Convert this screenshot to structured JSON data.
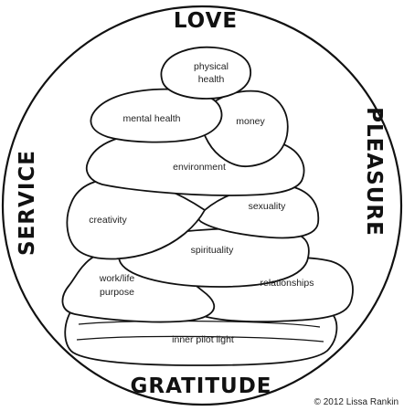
{
  "circle_words": {
    "top": "LOVE",
    "left": "SERVICE",
    "right": "PLEASURE",
    "bottom": "GRATITUDE"
  },
  "stones": {
    "physical_health": {
      "line1": "physical",
      "line2": "health"
    },
    "mental_health": "mental health",
    "money": "money",
    "environment": "environment",
    "creativity": "creativity",
    "sexuality": "sexuality",
    "spirituality": "spirituality",
    "work_life_purpose": {
      "line1": "work/life",
      "line2": "purpose"
    },
    "relationships": "relationships",
    "inner_pilot_light": "inner pilot light"
  },
  "copyright": "© 2012 Lissa Rankin"
}
